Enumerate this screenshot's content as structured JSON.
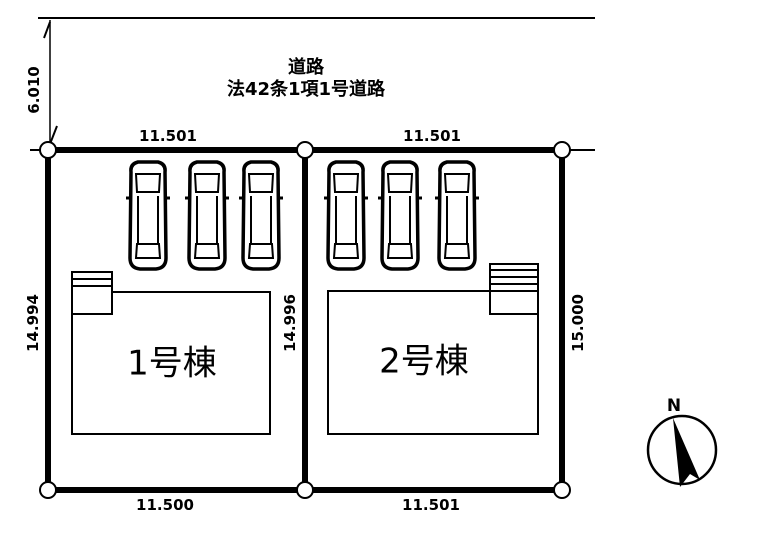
{
  "road": {
    "label": "道路",
    "legal_type": "法42条1項1号道路",
    "width_dimension": "6.010"
  },
  "lots": [
    {
      "building_label": "1号棟",
      "frontage_top": "11.501",
      "bottom": "11.500",
      "left_side": "14.994",
      "right_side": "14.996",
      "parking_spaces": 3
    },
    {
      "building_label": "2号棟",
      "frontage_top": "11.501",
      "bottom": "11.501",
      "right_side": "15.000",
      "parking_spaces": 3
    }
  ],
  "compass": {
    "label": "N",
    "icon": "north-arrow-icon"
  },
  "colors": {
    "line": "#000000",
    "background": "#ffffff"
  }
}
